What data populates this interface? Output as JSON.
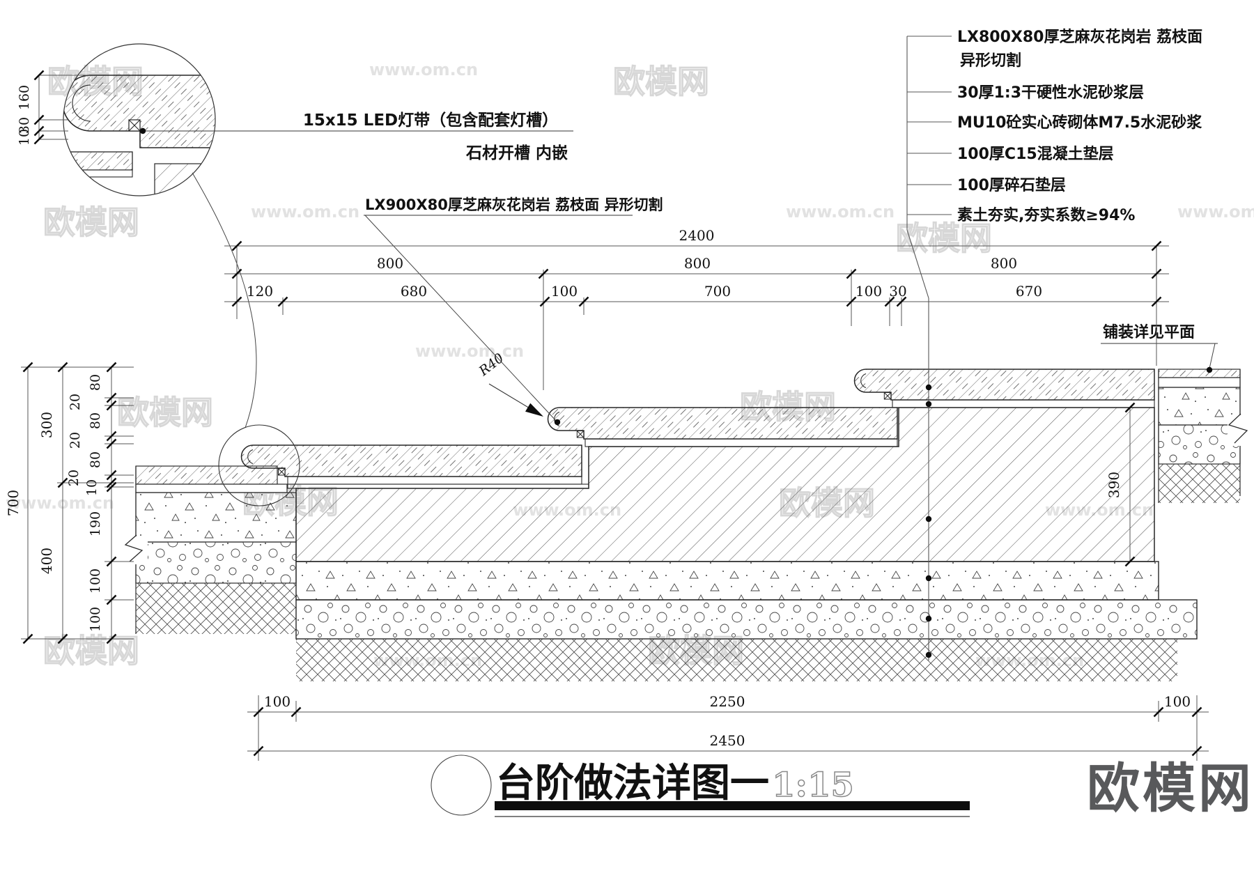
{
  "watermark": {
    "brand": "欧模网",
    "site": "www.om.cn"
  },
  "logo": {
    "text": "欧模网"
  },
  "title": {
    "text": "台阶做法详图一",
    "scale": "1:15"
  },
  "detail_bubble": {
    "led_label": "15x15 LED灯带（包含配套灯槽）",
    "slot_label": "石材开槽 内嵌",
    "dims": [
      "160",
      "30",
      "10"
    ]
  },
  "labels": {
    "stone900": "LX900X80厚芝麻灰花岗岩 荔枝面 异形切割",
    "radius": "R40",
    "paving": "铺装详见平面"
  },
  "callouts": [
    "LX800X80厚芝麻灰花岗岩 荔枝面",
    "异形切割",
    "30厚1:3干硬性水泥砂浆层",
    "MU10砼实心砖砌体M7.5水泥砂浆",
    "100厚C15混凝土垫层",
    "100厚碎石垫层",
    "素土夯实,夯实系数≥94%"
  ],
  "dims": {
    "top_total": "2400",
    "top_row2": [
      "800",
      "800",
      "800"
    ],
    "top_row3": [
      "120",
      "680",
      "100",
      "700",
      "100",
      "30",
      "670"
    ],
    "left_total": "700",
    "left_mid": [
      "300",
      "400"
    ],
    "left_inner": [
      "80",
      "20",
      "80",
      "20",
      "80",
      "20",
      "10",
      "190",
      "100",
      "100"
    ],
    "right_v": "390",
    "bottom_row": [
      "100",
      "2250",
      "100"
    ],
    "bottom_total": "2450"
  }
}
